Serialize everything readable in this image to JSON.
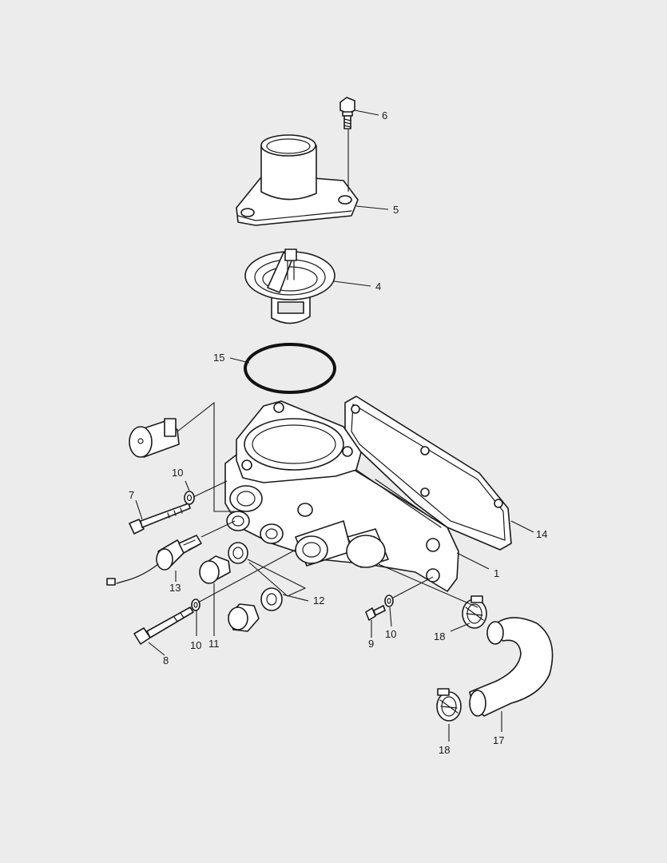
{
  "callouts": [
    {
      "id": "c6",
      "text": "6"
    },
    {
      "id": "c5",
      "text": "5"
    },
    {
      "id": "c4",
      "text": "4"
    },
    {
      "id": "c15",
      "text": "15"
    },
    {
      "id": "c10a",
      "text": "10"
    },
    {
      "id": "c7",
      "text": "7"
    },
    {
      "id": "c14",
      "text": "14"
    },
    {
      "id": "c1",
      "text": "1"
    },
    {
      "id": "c13",
      "text": "13"
    },
    {
      "id": "c12",
      "text": "12"
    },
    {
      "id": "c9",
      "text": "9"
    },
    {
      "id": "c10b",
      "text": "10"
    },
    {
      "id": "c18a",
      "text": "18"
    },
    {
      "id": "c10c",
      "text": "10"
    },
    {
      "id": "c11",
      "text": "11"
    },
    {
      "id": "c8",
      "text": "8"
    },
    {
      "id": "c17",
      "text": "17"
    },
    {
      "id": "c18b",
      "text": "18"
    }
  ],
  "colors": {
    "background": "#ececec",
    "line": "#1a1a1a",
    "part_fill": "#ffffff"
  }
}
